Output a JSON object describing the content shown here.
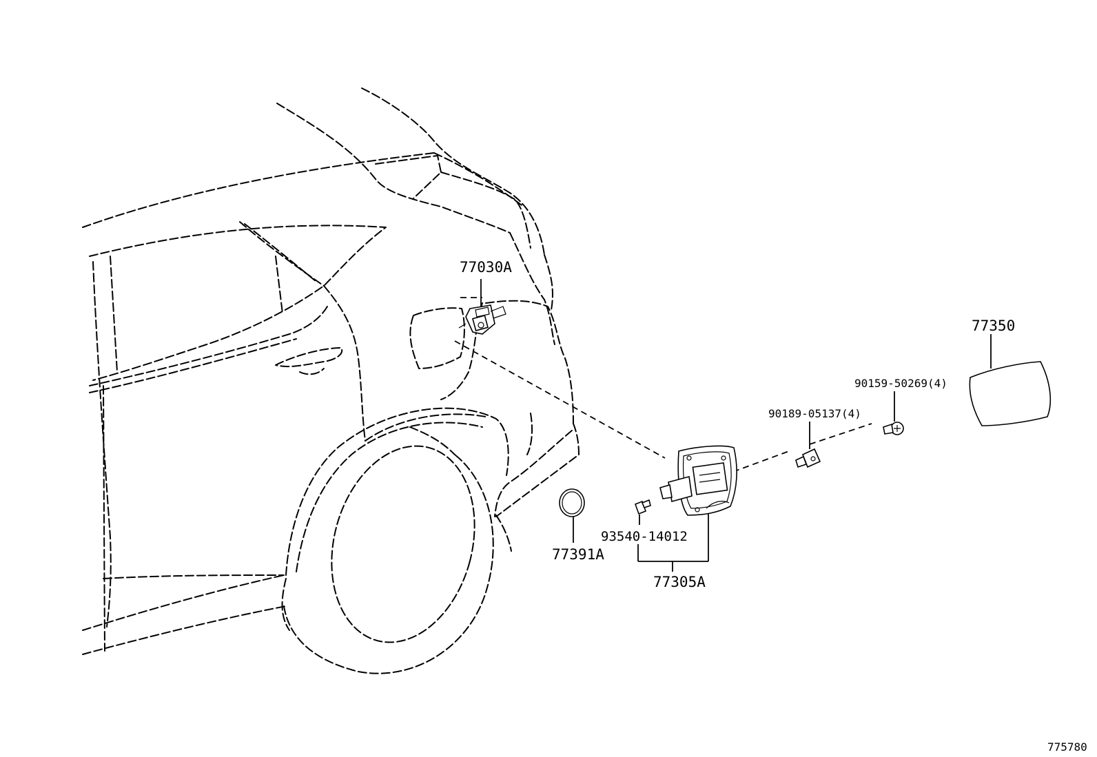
{
  "diagram": {
    "callouts": {
      "fuel_lid_opener_actuator": "77030A",
      "fuel_filler_lid": "77350",
      "screw_a": "90159-50269(4)",
      "clip": "90189-05137(4)",
      "screw_b": "93540-14012",
      "fuel_inlet_box_assy": "77305A",
      "gasket_ring": "77391A"
    },
    "illustration_id": "775780"
  }
}
